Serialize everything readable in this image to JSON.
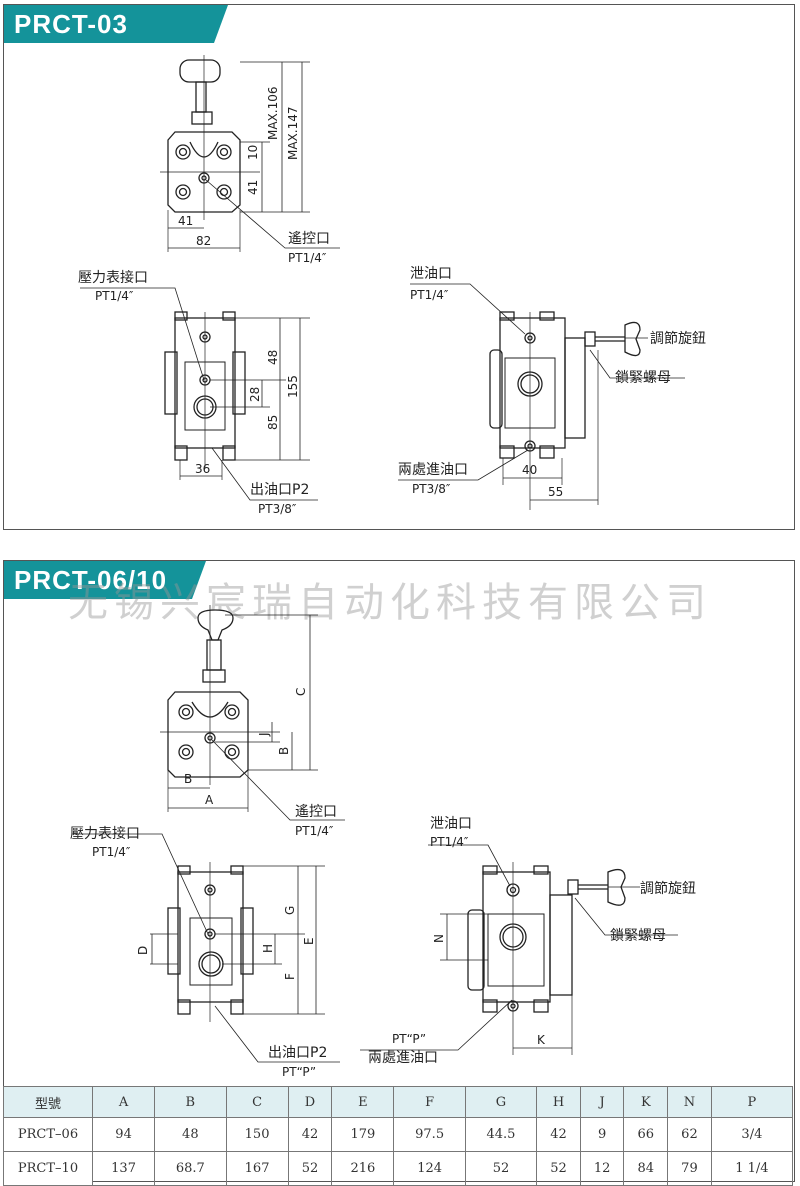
{
  "panel1": {
    "title": "PRCT-03",
    "top_view": {
      "dims": [
        "MAX.106",
        "MAX.147",
        "10",
        "41",
        "41",
        "82"
      ],
      "remote_port": {
        "name": "遙控口",
        "spec": "PT1/4″"
      }
    },
    "front_view": {
      "gauge_port": {
        "name": "壓力表接口",
        "spec": "PT1/4″"
      },
      "dims": [
        "48",
        "28",
        "85",
        "155",
        "36"
      ],
      "outlet_port": {
        "name": "出油口P2",
        "spec": "PT3/8″"
      }
    },
    "side_view": {
      "drain_port": {
        "name": "泄油口",
        "spec": "PT1/4″"
      },
      "adjust_knob": "調節旋鈕",
      "lock_nut": "鎖緊螺母",
      "inlet_port": {
        "name": "兩處進油口",
        "spec": "PT3/8″"
      },
      "dims": [
        "40",
        "55"
      ]
    }
  },
  "panel2": {
    "title": "PRCT-06/10",
    "watermark": "无锡兴宸瑞自动化科技有限公司",
    "top_view": {
      "dims": [
        "C",
        "J",
        "B",
        "B",
        "A"
      ],
      "remote_port": {
        "name": "遙控口",
        "spec": "PT1/4″"
      }
    },
    "front_view": {
      "gauge_port": {
        "name": "壓力表接口",
        "spec": "PT1/4″"
      },
      "dims": [
        "G",
        "D",
        "H",
        "E",
        "F"
      ],
      "outlet_port": {
        "name": "出油口P2",
        "spec": "PT“P”"
      }
    },
    "side_view": {
      "drain_port": {
        "name": "泄油口",
        "spec": "PT1/4″"
      },
      "adjust_knob": "調節旋鈕",
      "lock_nut": "鎖緊螺母",
      "dims": [
        "N",
        "K"
      ],
      "inlet_port": {
        "name": "兩處進油口",
        "spec": "PT“P”"
      }
    }
  },
  "table": {
    "headers": [
      "型號",
      "A",
      "B",
      "C",
      "D",
      "E",
      "F",
      "G",
      "H",
      "J",
      "K",
      "N",
      "P"
    ],
    "rows": [
      [
        "PRCT–06",
        "94",
        "48",
        "150",
        "42",
        "179",
        "97.5",
        "44.5",
        "42",
        "9",
        "66",
        "62",
        "3/4"
      ],
      [
        "PRCT–10",
        "137",
        "68.7",
        "167",
        "52",
        "216",
        "124",
        "52",
        "52",
        "12",
        "84",
        "79",
        "1 1/4"
      ]
    ]
  },
  "colors": {
    "accent": "#14939a",
    "header_bg": "#dfeff2"
  }
}
